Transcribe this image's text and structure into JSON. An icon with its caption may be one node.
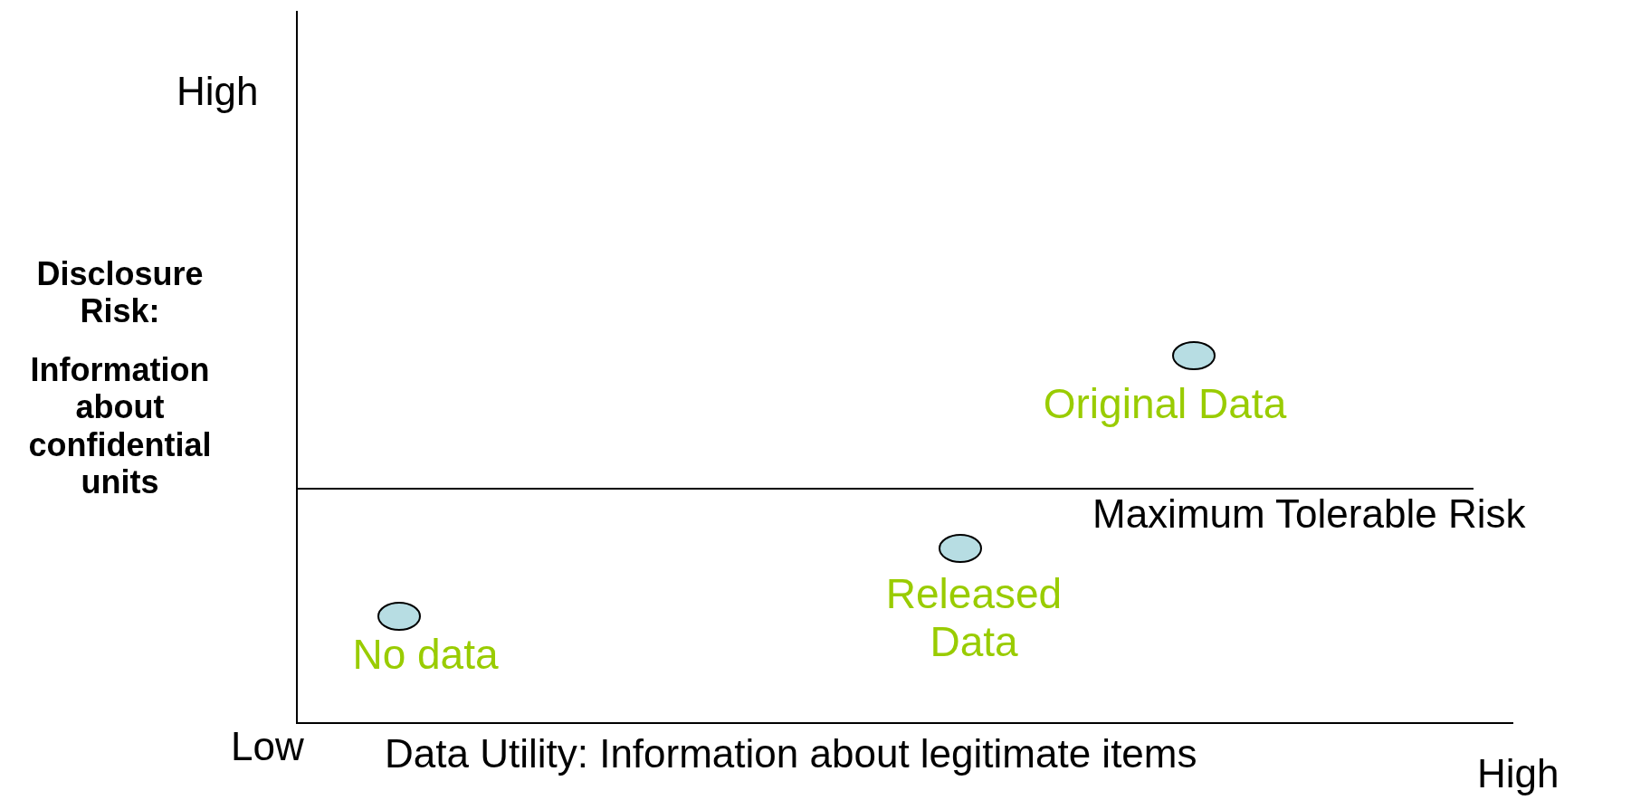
{
  "diagram": {
    "nodes": [
      {
        "text": [],
        "shape": "circle",
        "beside": [
          "Original Data"
        ]
      },
      {
        "text": [],
        "shape": "circle",
        "beside": [
          "Released Data"
        ]
      },
      {
        "text": [],
        "shape": "circle",
        "beside": [
          "No data"
        ]
      }
    ],
    "edges": [],
    "labels": [
      "High",
      "Disclosure Risk:",
      "Information about confidential units",
      "Maximum Tolerable Risk",
      "Low",
      "Data Utility: Information about legitimate items",
      "High"
    ]
  }
}
